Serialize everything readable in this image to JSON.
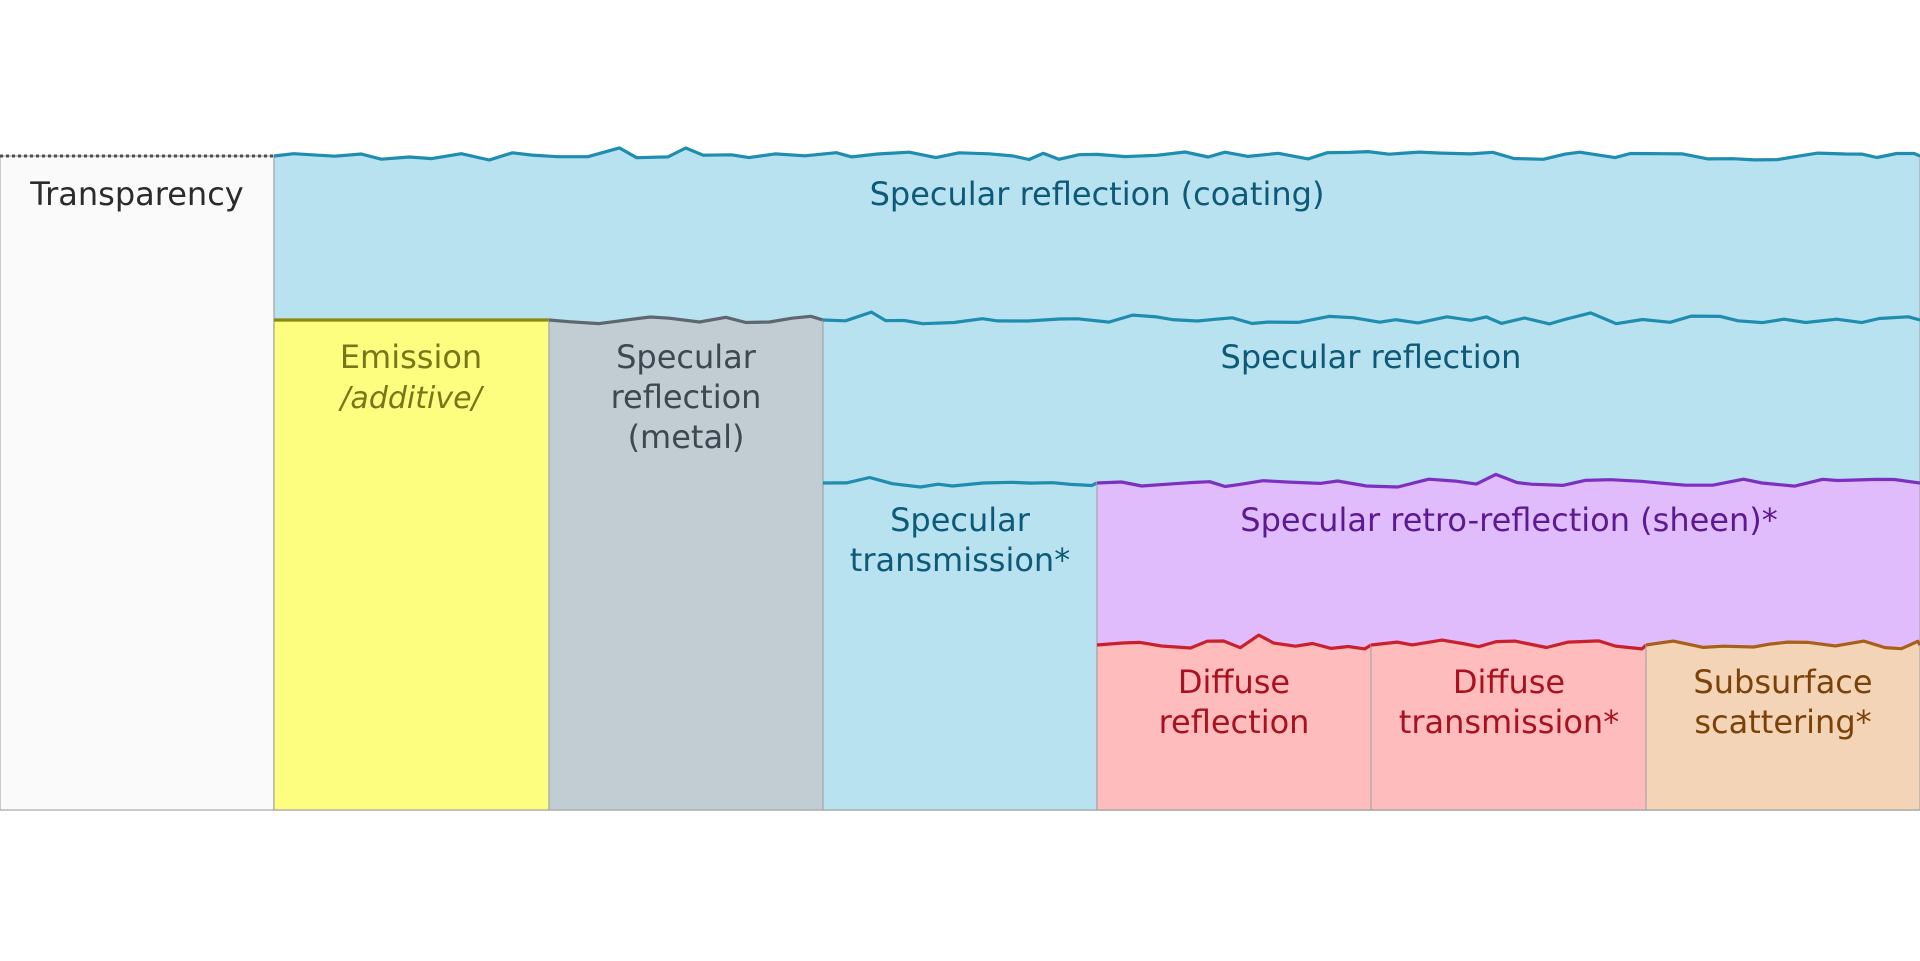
{
  "layers": [
    {
      "id": "transparency",
      "lines": [
        "Transparency"
      ],
      "fill": "#fafafa",
      "edge": "#4d4d4d",
      "text_color": "#2b2b2b",
      "edge_style": "dotted"
    },
    {
      "id": "coating",
      "lines": [
        "Specular reflection (coating)"
      ],
      "fill": "#b8e2ef",
      "edge": "#1e8db0",
      "text_color": "#0d5a78",
      "edge_style": "rough"
    },
    {
      "id": "emission",
      "lines": [
        "Emission"
      ],
      "sublabel": "/additive/",
      "fill": "#fdfd80",
      "edge": "#8a8a10",
      "text_color": "#77771a",
      "edge_style": "flat"
    },
    {
      "id": "metal",
      "lines": [
        "Specular",
        "reflection",
        "(metal)"
      ],
      "fill": "#c2ccd3",
      "edge": "#5e6670",
      "text_color": "#3f4851",
      "edge_style": "rough"
    },
    {
      "id": "specular",
      "lines": [
        "Specular reflection"
      ],
      "fill": "#b8e2ef",
      "edge": "#1e8db0",
      "text_color": "#0d5a78",
      "edge_style": "rough"
    },
    {
      "id": "transmission",
      "lines": [
        "Specular",
        "transmission*"
      ],
      "fill": "#b8e2ef",
      "edge": "#1e8db0",
      "text_color": "#0d5a78",
      "edge_style": "rough"
    },
    {
      "id": "sheen",
      "lines": [
        "Specular retro-reflection (sheen)*"
      ],
      "fill": "#e0bcfc",
      "edge": "#7d2fc0",
      "text_color": "#5b1a8f",
      "edge_style": "rough"
    },
    {
      "id": "diffuse-reflection",
      "lines": [
        "Diffuse",
        "reflection"
      ],
      "fill": "#ffbcbd",
      "edge": "#c8202c",
      "text_color": "#a8121e",
      "edge_style": "rough"
    },
    {
      "id": "diffuse-transmission",
      "lines": [
        "Diffuse",
        "transmission*"
      ],
      "fill": "#ffbcbd",
      "edge": "#c8202c",
      "text_color": "#a8121e",
      "edge_style": "rough"
    },
    {
      "id": "subsurface",
      "lines": [
        "Subsurface",
        "scattering*"
      ],
      "fill": "#f3d4b6",
      "edge": "#a85f17",
      "text_color": "#7a4208",
      "edge_style": "rough"
    }
  ]
}
